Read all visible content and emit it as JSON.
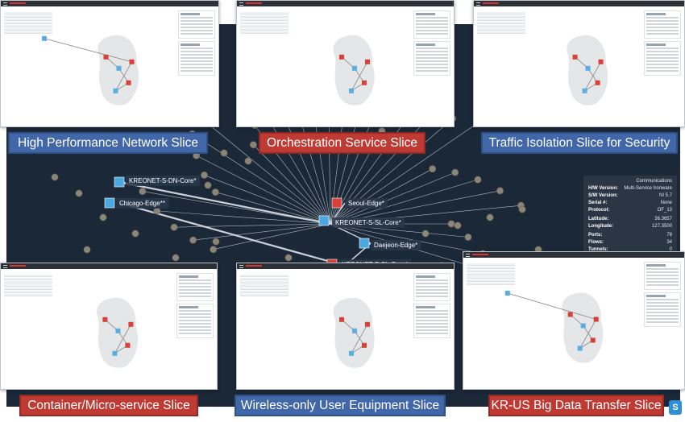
{
  "captions": {
    "high_performance": "High Performance Network Slice",
    "orchestration": "Orchestration Service Slice",
    "traffic_isolation": "Traffic Isolation Slice for Security",
    "container": "Container/Micro-service Slice",
    "wireless": "Wireless-only User Equipment Slice",
    "kr_us": "KR-US Big Data Transfer Slice"
  },
  "topology": {
    "nodes": {
      "chicago": "Chicago-Edge**",
      "seoul": "Seoul-Edge*",
      "kreonet_core": "KREONET-S-SL-Core*",
      "daejeon": "Daejeon-Edge*",
      "top_core": "KREONET-S-DN-Core*",
      "bottom_core": "KREONET-S-SL-Core*"
    }
  },
  "info_panel": {
    "rows": [
      {
        "k": "",
        "v": "Communications"
      },
      {
        "k": "H/W Version:",
        "v": "Multi-Service Ironware"
      },
      {
        "k": "S/W Version:",
        "v": "NI 5.7"
      },
      {
        "k": "Serial #:",
        "v": "None"
      },
      {
        "k": "Protocol:",
        "v": "OF_13"
      },
      {
        "k": "Latitude:",
        "v": "36.3657"
      },
      {
        "k": "Longitude:",
        "v": "127.3500"
      },
      {
        "k": "Ports:",
        "v": "78"
      },
      {
        "k": "Flows:",
        "v": "34"
      },
      {
        "k": "Tunnels:",
        "v": "0"
      }
    ]
  },
  "colors": {
    "accent_blue": "#4167a8",
    "accent_red": "#c03a34",
    "topology_bg": "#1b2838"
  },
  "corner_logo": "S"
}
